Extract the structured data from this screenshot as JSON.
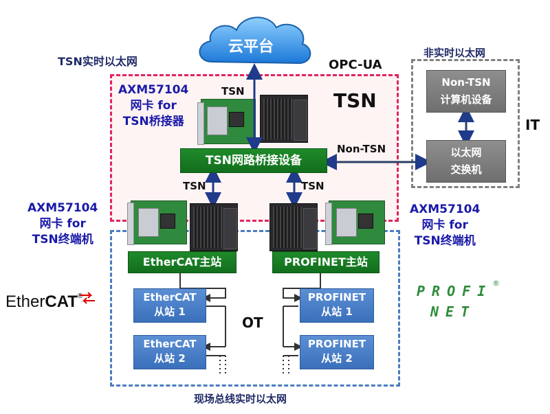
{
  "cloud": {
    "label": "云平台"
  },
  "protocol": {
    "opcua": "OPC-UA"
  },
  "labels": {
    "tsn_realtime": "TSN实时以太网",
    "non_realtime": "非实时以太网",
    "fieldbus": "现场总线实时以太网",
    "tsn_region": "TSN",
    "ot_region": "OT",
    "it_region": "IT"
  },
  "links": {
    "tsn_top": "TSN",
    "tsn_left": "TSN",
    "tsn_right": "TSN",
    "non_tsn": "Non-TSN"
  },
  "cards": {
    "bridge": {
      "line1": "AXM57104",
      "line2": "网卡 for",
      "line3": "TSN桥接器"
    },
    "end_left": {
      "line1": "AXM57104",
      "line2": "网卡 for",
      "line3": "TSN终端机"
    },
    "end_right": {
      "line1": "AXM57104",
      "line2": "网卡 for",
      "line3": "TSN终端机"
    }
  },
  "boxes": {
    "bridge_device": "TSN网路桥接设备",
    "ethercat_master": "EtherCAT主站",
    "profinet_master": "PROFINET主站",
    "ethercat_slave1": {
      "line1": "EtherCAT",
      "line2": "从站 1"
    },
    "ethercat_slave2": {
      "line1": "EtherCAT",
      "line2": "从站 2"
    },
    "profinet_slave1": {
      "line1": "PROFINET",
      "line2": "从站 1"
    },
    "profinet_slave2": {
      "line1": "PROFINET",
      "line2": "从站 2"
    },
    "non_tsn_device": {
      "line1": "Non-TSN",
      "line2": "计算机设备"
    },
    "ethernet_switch": {
      "line1": "以太网",
      "line2": "交换机"
    }
  },
  "logos": {
    "ethercat": {
      "part1": "Ether",
      "part2": "CAT",
      "reg": "®"
    },
    "profinet": {
      "top": "PROFI",
      "bottom": "NET",
      "reg": "®"
    }
  },
  "colors": {
    "tsn_border": "#e0245e",
    "ot_border": "#4a7cc0",
    "it_border": "#7f7f7f",
    "green_box": "#1f8a2a",
    "blue_box": "#4a80c8",
    "gray_box": "#7f7f7f",
    "arrow": "#1f3b8a"
  }
}
